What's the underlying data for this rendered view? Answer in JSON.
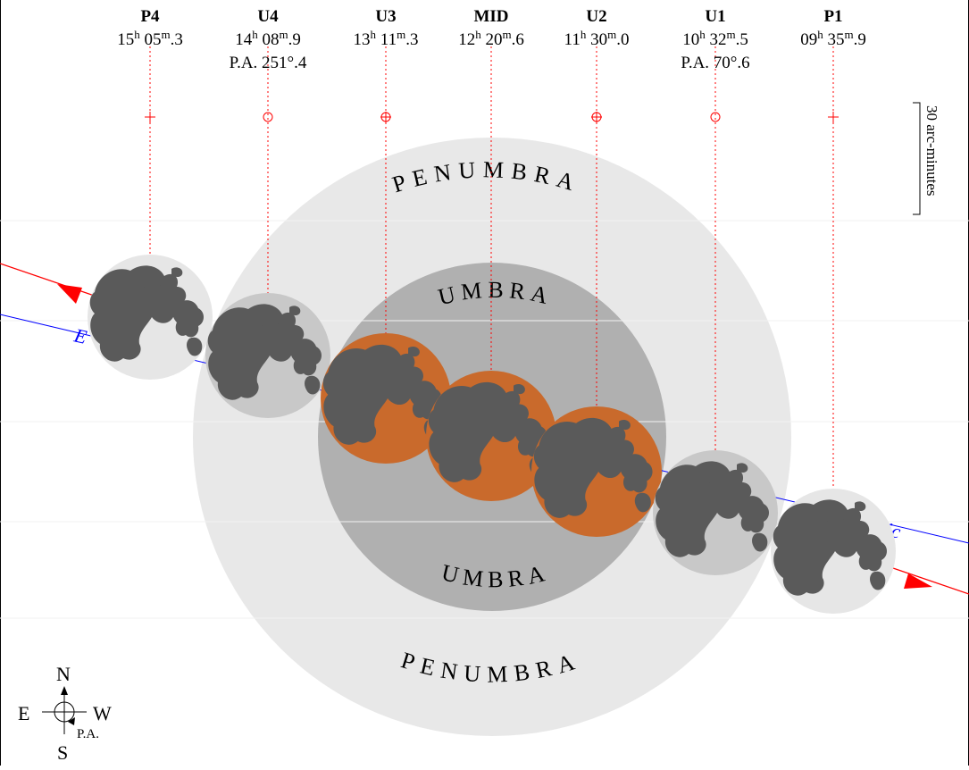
{
  "events": [
    {
      "label": "P4",
      "time": "15h 05m.3",
      "time_parts": [
        "15",
        "h",
        " 05",
        "m",
        ".3"
      ],
      "pa": null,
      "marker": "cross"
    },
    {
      "label": "U4",
      "time": "14h 08m.9",
      "time_parts": [
        "14",
        "h",
        " 08",
        "m",
        ".9"
      ],
      "pa": "P.A. 251°.4",
      "marker": "circle"
    },
    {
      "label": "U3",
      "time": "13h 11m.3",
      "time_parts": [
        "13",
        "h",
        " 11",
        "m",
        ".3"
      ],
      "pa": null,
      "marker": "circle-cross"
    },
    {
      "label": "MID",
      "time": "12h 20m.6",
      "time_parts": [
        "12",
        "h",
        " 20",
        "m",
        ".6"
      ],
      "pa": null,
      "marker": "none"
    },
    {
      "label": "U2",
      "time": "11h 30m.0",
      "time_parts": [
        "11",
        "h",
        " 30",
        "m",
        ".0"
      ],
      "pa": null,
      "marker": "circle-cross"
    },
    {
      "label": "U1",
      "time": "10h 32m.5",
      "time_parts": [
        "10",
        "h",
        " 32",
        "m",
        ".5"
      ],
      "pa": "P.A. 70°.6",
      "marker": "circle"
    },
    {
      "label": "P1",
      "time": "09h 35m.9",
      "time_parts": [
        "09",
        "h",
        " 35",
        "m",
        ".9"
      ],
      "pa": null,
      "marker": "cross"
    }
  ],
  "shadow": {
    "penumbra_label": "PENUMBRA",
    "umbra_label": "UMBRA"
  },
  "ecliptic": {
    "label_fragment_left": "E",
    "label_fragment_right": "tic"
  },
  "scale_bar": {
    "label": "30 arc-minutes"
  },
  "compass": {
    "north": "N",
    "south": "S",
    "east": "E",
    "west": "W",
    "pa": "P.A."
  },
  "colors": {
    "penumbra": "#e8e8e8",
    "umbra": "#b0b0b0",
    "moon_penumbral": "#e6e6e6",
    "moon_partial": "#c8c8c8",
    "moon_total": "#c96a2c",
    "maria": "#5a5a5a",
    "moon_path": "#ff0000",
    "ecliptic": "#0000ff",
    "event_line": "#ff0000"
  }
}
